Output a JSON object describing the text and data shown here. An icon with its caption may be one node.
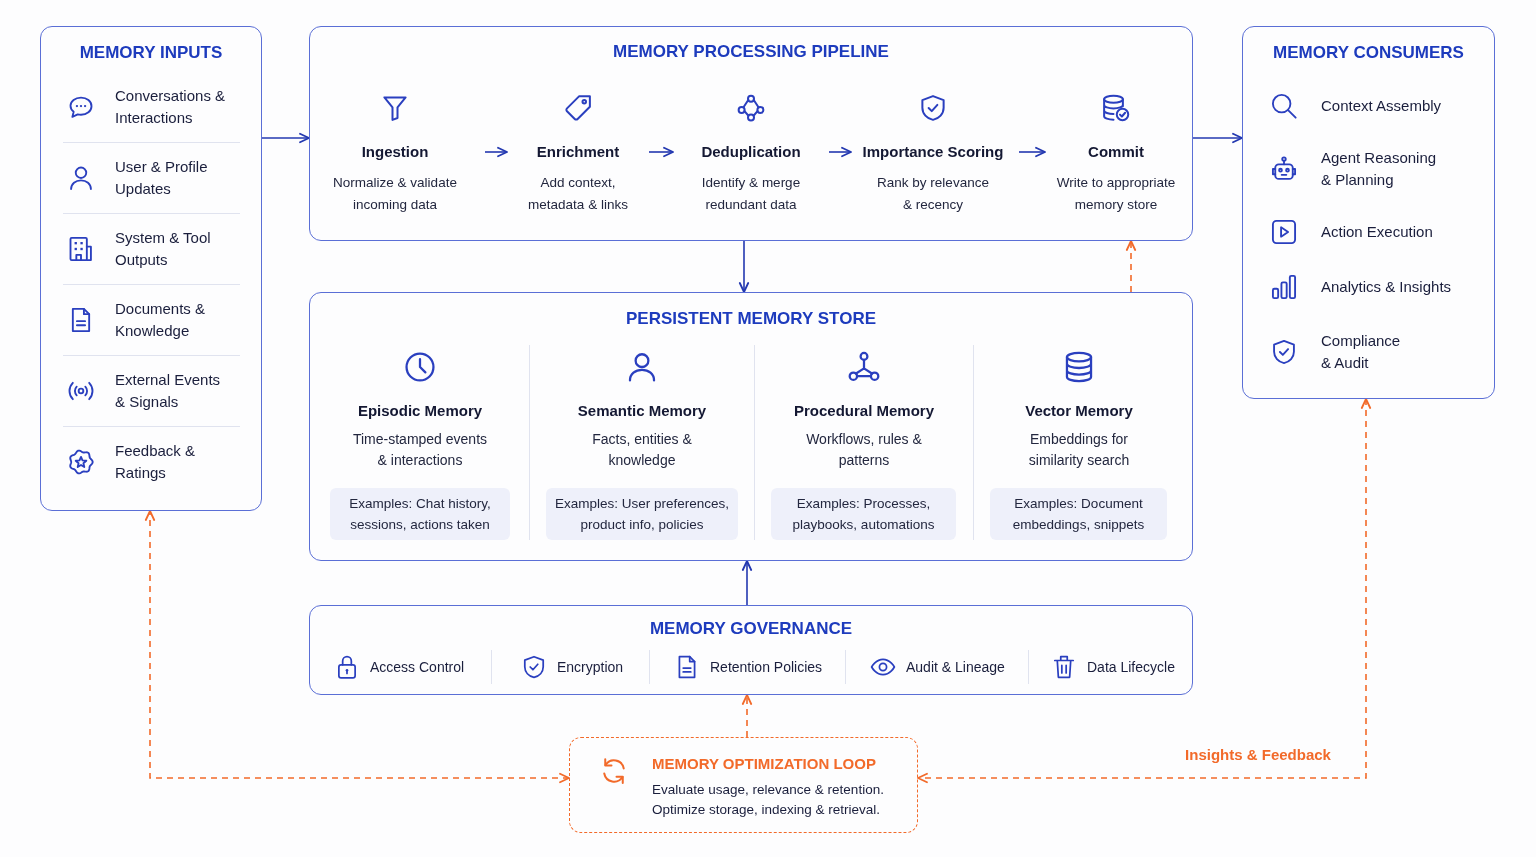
{
  "diagram": {
    "nodes": [
      {
        "text": [
          "MEMORY INPUTS"
        ]
      },
      {
        "text": [
          "Conversations & Interactions"
        ],
        "in": 0
      },
      {
        "text": [
          "User & Profile Updates"
        ],
        "in": 0
      },
      {
        "text": [
          "System & Tool Outputs"
        ],
        "in": 0
      },
      {
        "text": [
          "Documents & Knowledge"
        ],
        "in": 0
      },
      {
        "text": [
          "External Events & Signals"
        ],
        "in": 0
      },
      {
        "text": [
          "Feedback & Ratings"
        ],
        "in": 0
      },
      {
        "text": [
          "MEMORY PROCESSING PIPELINE"
        ]
      },
      {
        "text": [
          "Ingestion",
          "Normalize & validate incoming data"
        ],
        "in": 7
      },
      {
        "text": [
          "Enrichment",
          "Add context, metadata & links"
        ],
        "in": 7
      },
      {
        "text": [
          "Deduplication",
          "Identify & merge redundant data"
        ],
        "in": 7
      },
      {
        "text": [
          "Importance Scoring",
          "Rank by relevance & recency"
        ],
        "in": 7
      },
      {
        "text": [
          "Commit",
          "Write to appropriate memory store"
        ],
        "in": 7
      },
      {
        "text": [
          "MEMORY CONSUMERS"
        ]
      },
      {
        "text": [
          "Context Assembly"
        ],
        "in": 13
      },
      {
        "text": [
          "Agent Reasoning & Planning"
        ],
        "in": 13
      },
      {
        "text": [
          "Action Execution"
        ],
        "in": 13
      },
      {
        "text": [
          "Analytics & Insights"
        ],
        "in": 13
      },
      {
        "text": [
          "Compliance & Audit"
        ],
        "in": 13
      },
      {
        "text": [
          "PERSISTENT MEMORY STORE"
        ]
      },
      {
        "text": [
          "Episodic Memory",
          "Time-stamped events & interactions"
        ],
        "in": 19
      },
      {
        "text": [
          "Examples: Chat history, sessions, actions taken"
        ],
        "in": 19
      },
      {
        "text": [
          "Semantic Memory",
          "Facts, entities & knowledge"
        ],
        "in": 19
      },
      {
        "text": [
          "Examples: User preferences, product info, policies"
        ],
        "in": 19
      },
      {
        "text": [
          "Procedural Memory",
          "Workflows, rules & patterns"
        ],
        "in": 19
      },
      {
        "text": [
          "Examples: Processes, playbooks, automations"
        ],
        "in": 19
      },
      {
        "text": [
          "Vector Memory",
          "Embeddings for similarity search"
        ],
        "in": 19
      },
      {
        "text": [
          "Examples: Document embeddings, snippets"
        ],
        "in": 19
      },
      {
        "text": [
          "MEMORY GOVERNANCE"
        ]
      },
      {
        "text": [
          "Access Control"
        ],
        "in": 28
      },
      {
        "text": [
          "Encryption"
        ],
        "in": 28
      },
      {
        "text": [
          "Retention Policies"
        ],
        "in": 28
      },
      {
        "text": [
          "Audit & Lineage"
        ],
        "in": 28
      },
      {
        "text": [
          "Data Lifecycle"
        ],
        "in": 28
      },
      {
        "text": [
          "MEMORY OPTIMIZATION LOOP",
          "Evaluate usage, relevance & retention. Optimize storage, indexing & retrieval."
        ]
      }
    ],
    "edges": [
      {
        "from": 0,
        "to": 7,
        "arrow": "to"
      },
      {
        "from": 8,
        "to": 9,
        "arrow": "to"
      },
      {
        "from": 9,
        "to": 10,
        "arrow": "to"
      },
      {
        "from": 10,
        "to": 11,
        "arrow": "to"
      },
      {
        "from": 11,
        "to": 12,
        "arrow": "to"
      },
      {
        "from": 7,
        "to": 13,
        "arrow": "to"
      },
      {
        "from": 7,
        "to": 19,
        "arrow": "to"
      },
      {
        "from": 19,
        "to": 7,
        "arrow": "to",
        "style": "dashed",
        "color": "#f26a2a"
      },
      {
        "from": 28,
        "to": 19,
        "arrow": "to"
      },
      {
        "from": 34,
        "to": 28,
        "arrow": "to",
        "style": "dashed",
        "color": "#f26a2a"
      },
      {
        "from": 34,
        "to": 0,
        "arrow": "both",
        "style": "dashed",
        "color": "#f26a2a"
      },
      {
        "from": 13,
        "to": 34,
        "arrow": "both",
        "label": "Insights & Feedback",
        "style": "dashed",
        "color": "#f26a2a"
      }
    ]
  }
}
